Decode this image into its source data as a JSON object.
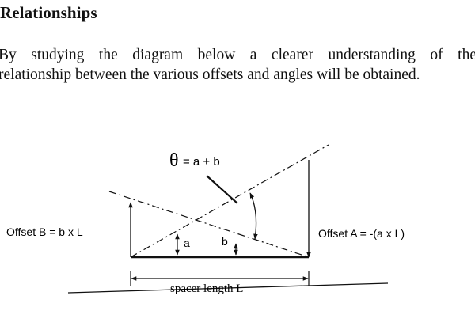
{
  "doc": {
    "heading": "Relationships",
    "paragraph_lines": [
      "By studying the diagram below a clearer understanding of the",
      "relationship between the various offsets and angles will be obtained."
    ]
  },
  "diagram": {
    "theta_symbol": "θ",
    "theta_formula": "= a + b",
    "angle_a": "a",
    "angle_b": "b",
    "offset_b": "Offset B = b x L",
    "offset_a": "Offset A = -(a x L)",
    "spacer_length": "spacer length L"
  }
}
